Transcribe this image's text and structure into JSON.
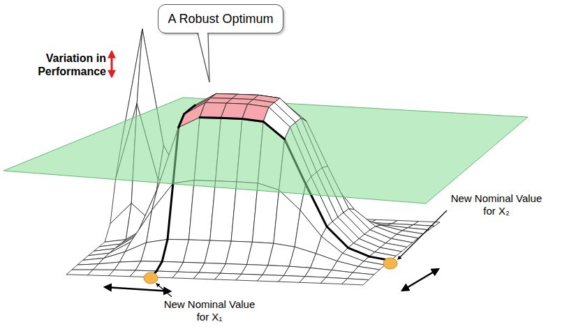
{
  "diagram": {
    "nodes": [
      {
        "text": [
          "A Robust Optimum"
        ]
      }
    ],
    "labels": [
      "Variation in Performance",
      "New Nominal Value for X₁",
      "New Nominal Value for X₂"
    ]
  }
}
